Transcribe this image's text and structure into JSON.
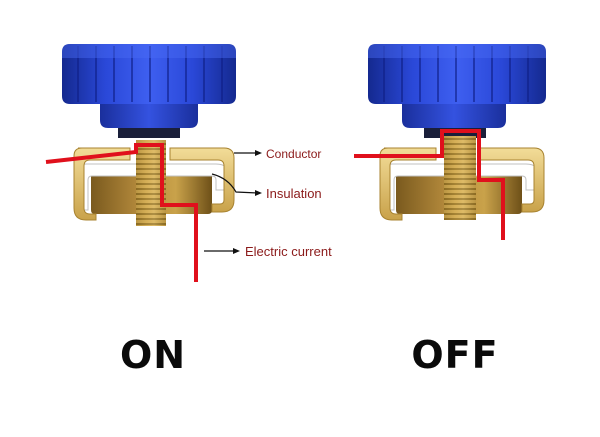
{
  "diagram": {
    "labels": {
      "conductor": "Conductor",
      "insulation": "Insulation",
      "current": "Electric current"
    },
    "states": {
      "on": "ON",
      "off": "OFF"
    },
    "colors": {
      "knob": "#1d39c4",
      "knob_dark": "#0f1f86",
      "knob_light": "#3d5ce6",
      "brass": "#c9a24a",
      "brass_dark": "#8a6a22",
      "conductor_gold": "#e8c870",
      "current_line": "#e0101c",
      "label_text": "#8b1a1a",
      "state_text": "#0a0a0a"
    }
  }
}
